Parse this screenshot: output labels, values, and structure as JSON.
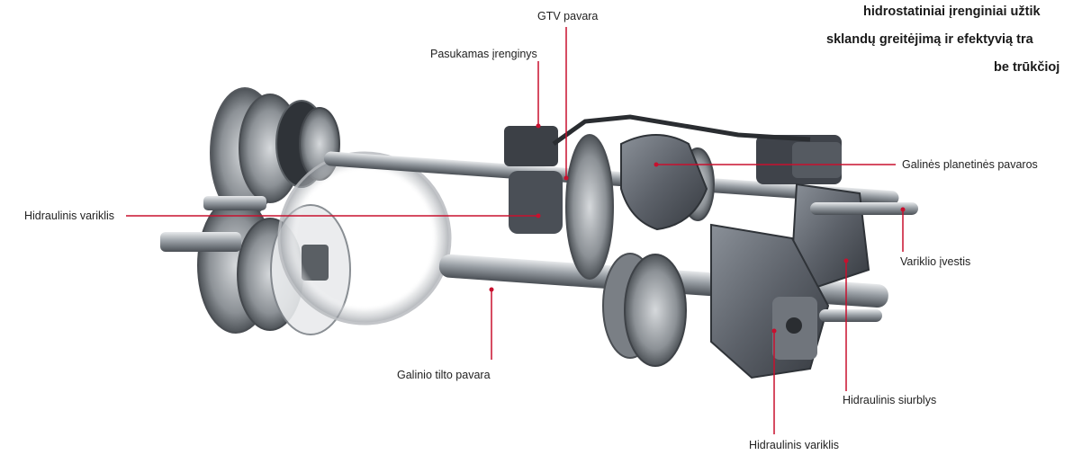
{
  "headline": {
    "line1": "hidrostatiniai įrenginiai užtik",
    "line2": "sklandų greitėjimą ir efektyvią tra",
    "line3": "be trūkčioj"
  },
  "labels": {
    "gtv_pavara": "GTV pavara",
    "pasukamas_irenginys": "Pasukamas įrenginys",
    "galines_planetines_pavaros": "Galinės planetinės pavaros",
    "hidraulinis_variklis_left": "Hidraulinis variklis",
    "variklio_ivestis": "Variklio įvestis",
    "galinio_tilto_pavara": "Galinio tilto pavara",
    "hidraulinis_siurblys": "Hidraulinis siurblys",
    "hidraulinis_variklis_bottom": "Hidraulinis variklis"
  },
  "colors": {
    "accent": "#c8102e",
    "metal_dark": "#3a3d42",
    "metal_mid": "#7a7f86",
    "metal_light": "#c9ccd0",
    "housing": "#6b7078"
  }
}
